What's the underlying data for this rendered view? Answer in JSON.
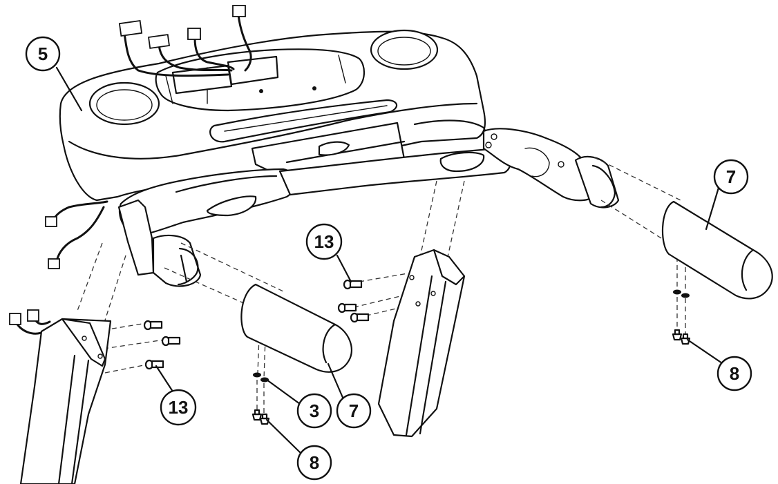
{
  "callouts": [
    {
      "id": "c5",
      "label": "5",
      "part": "console"
    },
    {
      "id": "c7a",
      "label": "7",
      "part": "handlebar-grip-left"
    },
    {
      "id": "c7b",
      "label": "7",
      "part": "handlebar-grip-right"
    },
    {
      "id": "c13a",
      "label": "13",
      "part": "upright-bolts-left"
    },
    {
      "id": "c13b",
      "label": "13",
      "part": "upright-bolts-right"
    },
    {
      "id": "c3",
      "label": "3",
      "part": "washers"
    },
    {
      "id": "c8a",
      "label": "8",
      "part": "screws-left-grip"
    },
    {
      "id": "c8b",
      "label": "8",
      "part": "screws-right-grip"
    }
  ],
  "colors": {
    "ink": "#111111",
    "paper": "#ffffff"
  }
}
